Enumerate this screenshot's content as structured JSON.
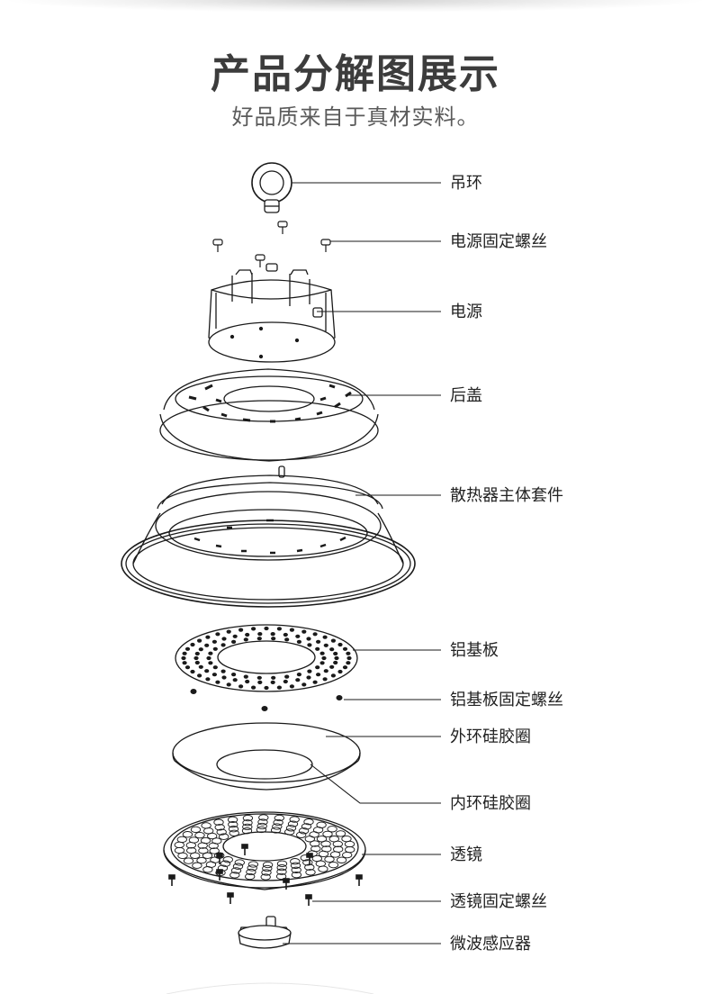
{
  "header": {
    "title": "产品分解图展示",
    "subtitle": "好品质来自于真材实料。"
  },
  "parts": [
    {
      "id": "hanging-ring",
      "label": "吊环"
    },
    {
      "id": "power-screws",
      "label": "电源固定螺丝"
    },
    {
      "id": "power-supply",
      "label": "电源"
    },
    {
      "id": "back-cover",
      "label": "后盖"
    },
    {
      "id": "heatsink",
      "label": "散热器主体套件"
    },
    {
      "id": "aluminum-board",
      "label": "铝基板"
    },
    {
      "id": "aluminum-board-screws",
      "label": "铝基板固定螺丝"
    },
    {
      "id": "outer-gasket",
      "label": "外环硅胶圈"
    },
    {
      "id": "inner-gasket",
      "label": "内环硅胶圈"
    },
    {
      "id": "lens",
      "label": "透镜"
    },
    {
      "id": "lens-screws",
      "label": "透镜固定螺丝"
    },
    {
      "id": "microwave-sensor",
      "label": "微波感应器"
    }
  ],
  "colors": {
    "line": "#1a1a1a",
    "title": "#3c3c3c",
    "subtitle": "#5a5a5a",
    "label": "#222222"
  }
}
